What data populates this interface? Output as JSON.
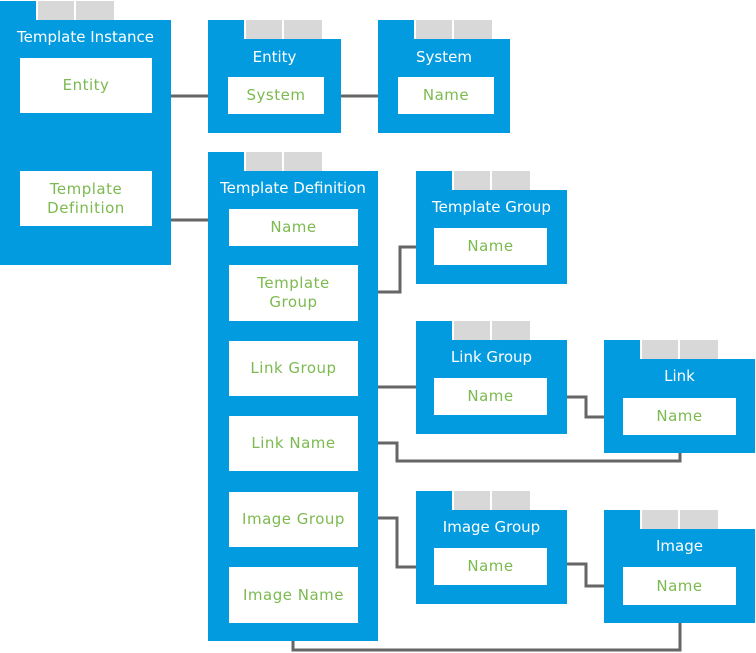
{
  "diagram": {
    "cards": {
      "template_instance": {
        "title": "Template Instance",
        "fields": {
          "entity": "Entity",
          "template_definition_1": "Template",
          "template_definition_2": "Definition"
        }
      },
      "entity": {
        "title": "Entity",
        "fields": {
          "system": "System"
        }
      },
      "system": {
        "title": "System",
        "fields": {
          "name": "Name"
        }
      },
      "template_definition": {
        "title": "Template Definition",
        "fields": {
          "name": "Name",
          "template_group_1": "Template",
          "template_group_2": "Group",
          "link_group": "Link Group",
          "link_name": "Link Name",
          "image_group": "Image Group",
          "image_name": "Image Name"
        }
      },
      "template_group": {
        "title": "Template Group",
        "fields": {
          "name": "Name"
        }
      },
      "link_group": {
        "title": "Link Group",
        "fields": {
          "name": "Name"
        }
      },
      "link": {
        "title": "Link",
        "fields": {
          "name": "Name"
        }
      },
      "image_group": {
        "title": "Image Group",
        "fields": {
          "name": "Name"
        }
      },
      "image": {
        "title": "Image",
        "fields": {
          "name": "Name"
        }
      }
    },
    "colors": {
      "card": "#039be0",
      "field_text": "#7cba50",
      "tab_inactive": "#d8d8d8",
      "connector": "#666666"
    }
  }
}
